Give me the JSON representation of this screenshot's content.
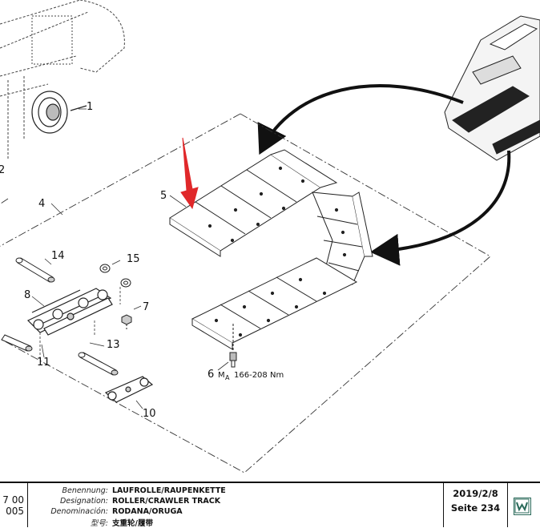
{
  "callouts": {
    "c1": "1",
    "c2": "2",
    "c4": "4",
    "c5": "5",
    "c6": "6",
    "c7": "7",
    "c8": "8",
    "c10": "10",
    "c11": "11",
    "c13": "13",
    "c14": "14",
    "c15": "15"
  },
  "torque": {
    "symbol": "M",
    "subscript": "A",
    "value": "166-208 Nm"
  },
  "colors": {
    "arrow_highlight": "#e0282a",
    "line": "#333333",
    "logo": "#2a6a5a"
  },
  "titleblock": {
    "doc_id_line1": "7 00",
    "doc_id_line2": "005",
    "labels": {
      "benennung": "Benennung:",
      "designation": "Designation:",
      "denominacion": "Denominación:",
      "xinghao": "型号:"
    },
    "values": {
      "benennung": "LAUFROLLE/RAUPENKETTE",
      "designation": "ROLLER/CRAWLER TRACK",
      "denominacion": "RODANA/ORUGA",
      "xinghao": "支重轮/履带"
    },
    "date": "2019/2/8",
    "page": "Seite 234",
    "logo_letter": "W"
  }
}
